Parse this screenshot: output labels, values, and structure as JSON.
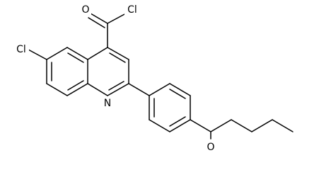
{
  "atoms": {
    "cl_ring": "Cl",
    "n_ring": "N",
    "o_carbonyl": "O",
    "cl_acyl": "Cl",
    "o_ether": "O"
  }
}
